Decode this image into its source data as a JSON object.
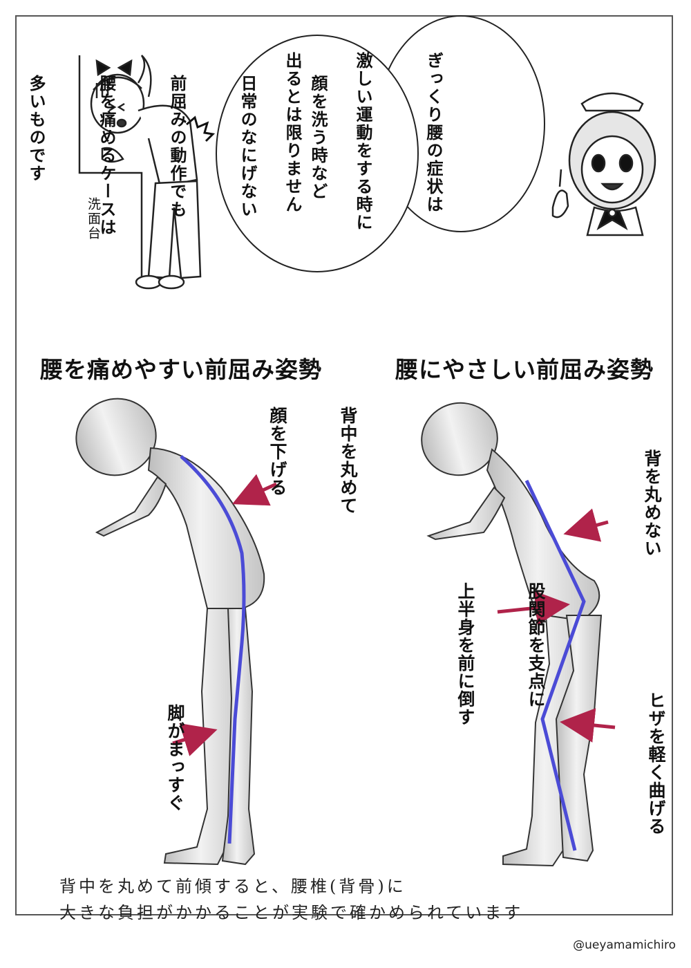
{
  "speech": {
    "bubble_right": [
      "ぎっくり腰の症状は",
      "激しい運動をする時に",
      "出るとは限りません"
    ],
    "bubble_left": [
      "顔を洗う時など",
      "日常のなにげない",
      "前屈みの動作でも",
      "腰を痛めるケースは",
      "多いものです"
    ]
  },
  "scene": {
    "sink_label": "洗面台"
  },
  "sections": {
    "bad": {
      "title": "腰を痛めやすい前屈み姿勢",
      "label_back": [
        "背中を丸めて",
        "顔を下げる"
      ],
      "label_legs": [
        "脚がまっすぐ"
      ]
    },
    "good": {
      "title": "腰にやさしい前屈み姿勢",
      "label_back": [
        "背を丸めない"
      ],
      "label_hip": [
        "股関節を支点に",
        "上半身を前に倒す"
      ],
      "label_knee": [
        "ヒザを軽く曲げる"
      ]
    }
  },
  "caption": {
    "line1": "背中を丸めて前傾すると、腰椎(背骨)に",
    "line2": "大きな負担がかかることが実験で確かめられています"
  },
  "credit": "@ueyamamichiro",
  "colors": {
    "spine_line": "#4b4bd6",
    "arrow": "#b0234a",
    "figure_fill": "#e3e3e3",
    "border": "#555555"
  },
  "icons": [
    "girl-washing-face-illustration",
    "maid-pointing-illustration",
    "pain-spark-icon",
    "arrow-icon"
  ]
}
